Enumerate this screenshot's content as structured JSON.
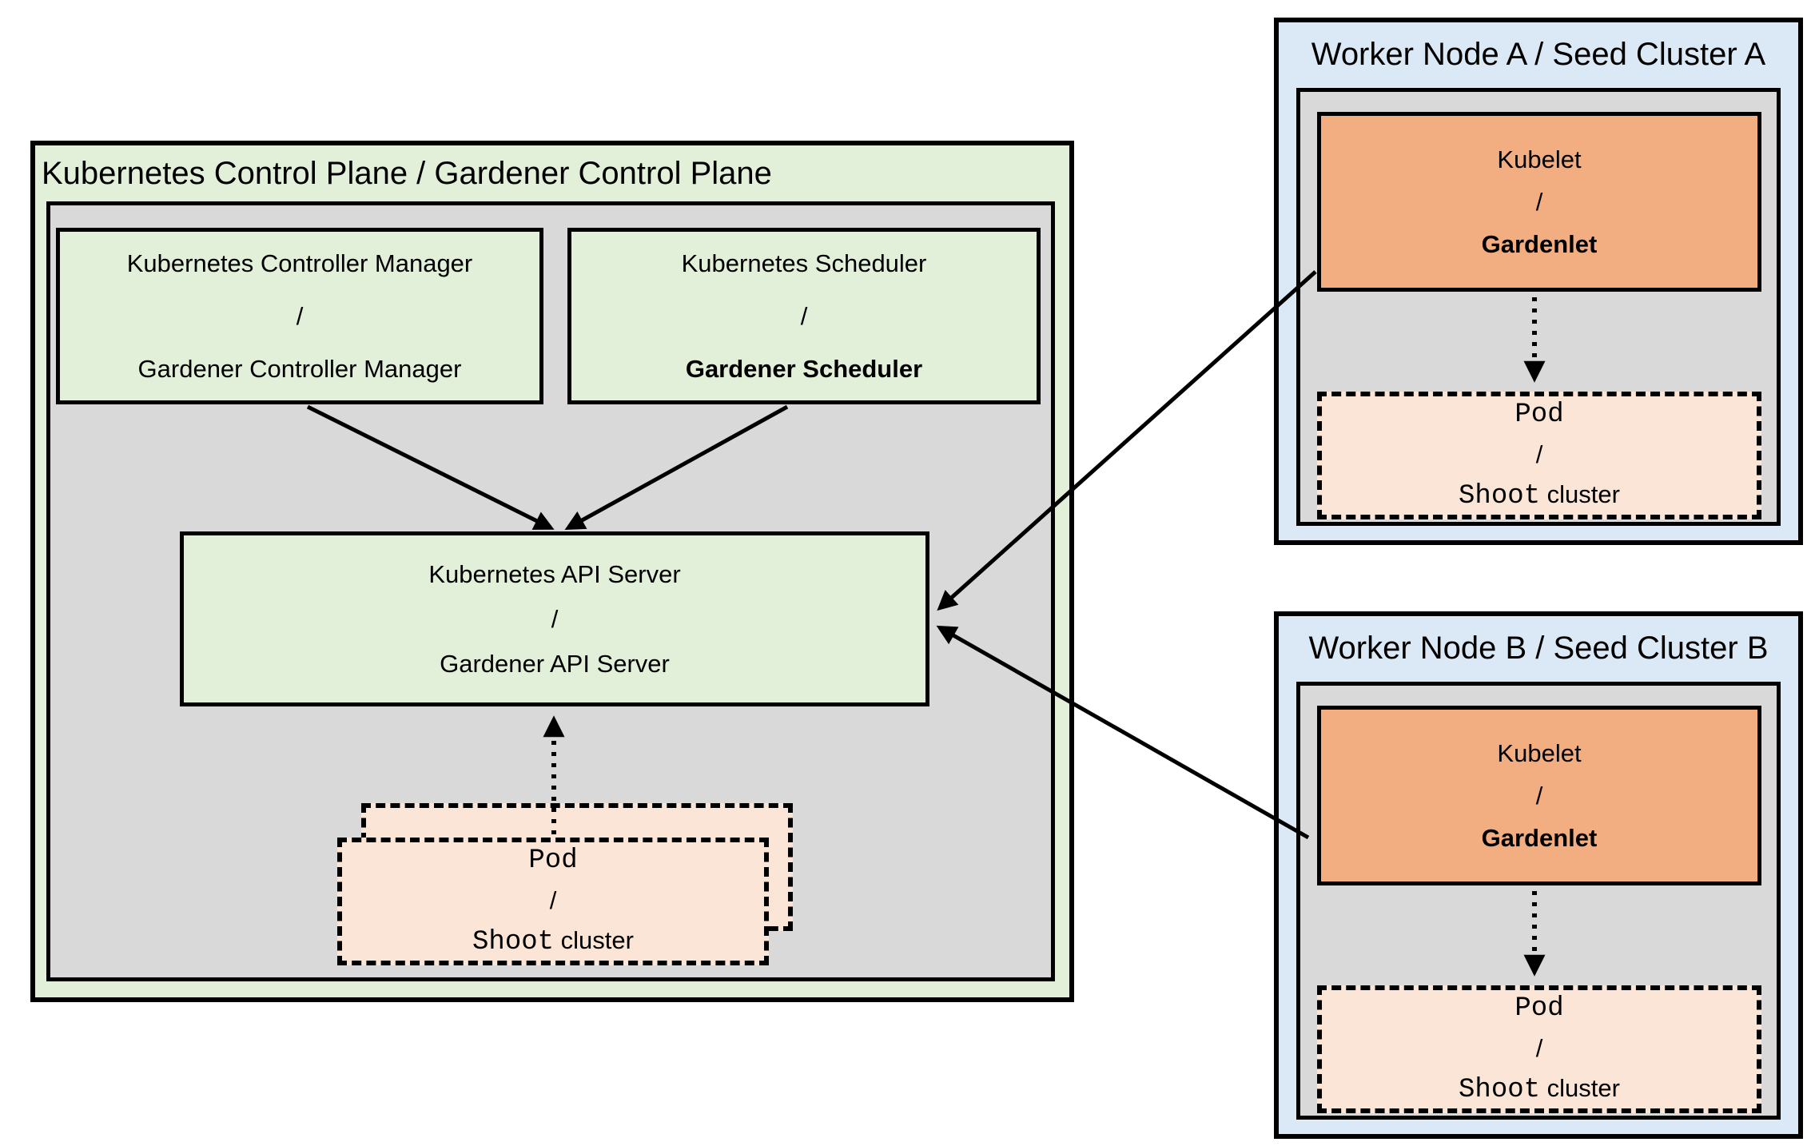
{
  "colors": {
    "control_plane_green": "#e2efd9",
    "worker_panel_blue": "#dbe8f6",
    "inner_gray": "#d9d9d9",
    "component_green": "#e2efd9",
    "kubelet_orange": "#f2ad80",
    "pod_peach": "#fbe5d6",
    "line_black": "#000000"
  },
  "control_plane": {
    "title": "Kubernetes Control Plane / Gardener Control Plane",
    "controller_manager": {
      "line1": "Kubernetes Controller Manager",
      "separator": "/",
      "line2": "Gardener Controller Manager"
    },
    "scheduler": {
      "line1": "Kubernetes Scheduler",
      "separator": "/",
      "line2": "Gardener Scheduler"
    },
    "api_server": {
      "line1": "Kubernetes API Server",
      "separator": "/",
      "line2": "Gardener API Server"
    },
    "pod": {
      "line1": "Pod",
      "separator": "/",
      "line2_mono": "Shoot",
      "line2_sans": "cluster"
    }
  },
  "worker_a": {
    "title": "Worker Node A / Seed Cluster A",
    "kubelet": {
      "line1": "Kubelet",
      "separator": "/",
      "line2": "Gardenlet"
    },
    "pod": {
      "line1": "Pod",
      "separator": "/",
      "line2_mono": "Shoot",
      "line2_sans": "cluster"
    }
  },
  "worker_b": {
    "title": "Worker Node B / Seed Cluster B",
    "kubelet": {
      "line1": "Kubelet",
      "separator": "/",
      "line2": "Gardenlet"
    },
    "pod": {
      "line1": "Pod",
      "separator": "/",
      "line2_mono": "Shoot",
      "line2_sans": "cluster"
    }
  }
}
